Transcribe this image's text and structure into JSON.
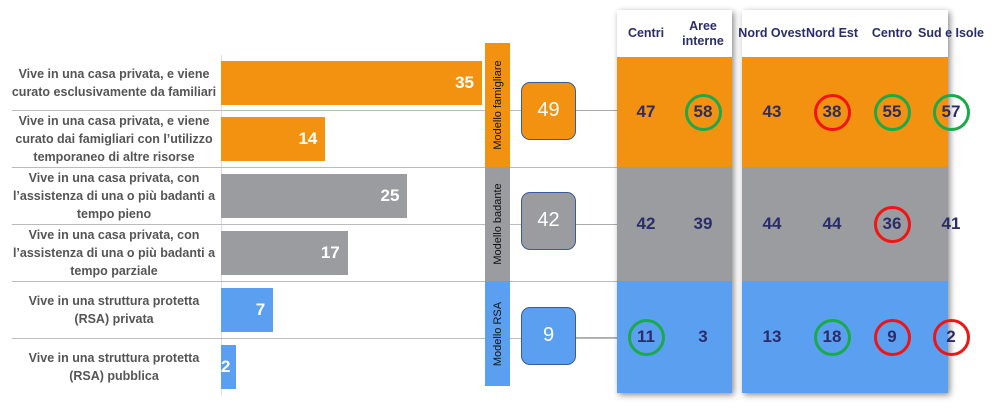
{
  "colors": {
    "familiare": "#F39110",
    "badante": "#9A9CA0",
    "rsa": "#5B9FF0",
    "green": "#1AAA4A",
    "red": "#F01414",
    "text": "#2B2D6B"
  },
  "chart_data": {
    "type": "bar",
    "orientation": "horizontal",
    "categories": [
      "Vive in una casa privata, e viene curato esclusivamente da familiari",
      "Vive in una casa privata, e viene curato dai famigliari con l’utilizzo temporaneo di altre risorse",
      "Vive in una casa privata, con l’assistenza di una o più badanti a tempo pieno",
      "Vive in una casa privata, con l’assistenza di una o più badanti a tempo parziale",
      "Vive in una struttura protetta (RSA) privata",
      "Vive in una struttura protetta (RSA) pubblica"
    ],
    "values": [
      35,
      14,
      25,
      17,
      7,
      2
    ],
    "groups": [
      "familiare",
      "familiare",
      "badante",
      "badante",
      "rsa",
      "rsa"
    ],
    "xlim": [
      0,
      35
    ]
  },
  "models": [
    {
      "key": "familiare",
      "label": "Modello famigliare",
      "total": "49"
    },
    {
      "key": "badante",
      "label": "Modello badante",
      "total": "42"
    },
    {
      "key": "rsa",
      "label": "Modello RSA",
      "total": "9"
    }
  ],
  "table1": {
    "headers": [
      "Centri",
      "Aree interne"
    ],
    "rows": [
      [
        {
          "v": "47",
          "c": ""
        },
        {
          "v": "58",
          "c": "green"
        }
      ],
      [
        {
          "v": "42",
          "c": ""
        },
        {
          "v": "39",
          "c": ""
        }
      ],
      [
        {
          "v": "11",
          "c": "green"
        },
        {
          "v": "3",
          "c": ""
        }
      ]
    ]
  },
  "table2": {
    "headers": [
      "Nord Ovest",
      "Nord Est",
      "Centro",
      "Sud e Isole"
    ],
    "rows": [
      [
        {
          "v": "43",
          "c": ""
        },
        {
          "v": "38",
          "c": "red"
        },
        {
          "v": "55",
          "c": "green"
        },
        {
          "v": "57",
          "c": "green"
        }
      ],
      [
        {
          "v": "44",
          "c": ""
        },
        {
          "v": "44",
          "c": ""
        },
        {
          "v": "36",
          "c": "red"
        },
        {
          "v": "41",
          "c": ""
        }
      ],
      [
        {
          "v": "13",
          "c": ""
        },
        {
          "v": "18",
          "c": "green"
        },
        {
          "v": "9",
          "c": "red"
        },
        {
          "v": "2",
          "c": "red"
        }
      ]
    ]
  }
}
